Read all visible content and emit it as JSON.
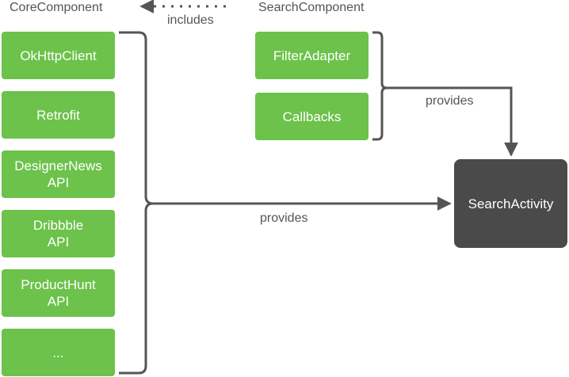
{
  "colors": {
    "module_box": "#6cc24a",
    "target_box": "#4a4a4a",
    "connector": "#555555",
    "text_on_box": "#ffffff"
  },
  "core_component": {
    "title": "CoreComponent",
    "modules": [
      "OkHttpClient",
      "Retrofit",
      "DesignerNews\nAPI",
      "Dribbble\nAPI",
      "ProductHunt\nAPI",
      "..."
    ]
  },
  "search_component": {
    "title": "SearchComponent",
    "modules": [
      "FilterAdapter",
      "Callbacks"
    ]
  },
  "relations": {
    "includes": "includes",
    "provides_search": "provides",
    "provides_core": "provides"
  },
  "target": {
    "label": "SearchActivity"
  }
}
